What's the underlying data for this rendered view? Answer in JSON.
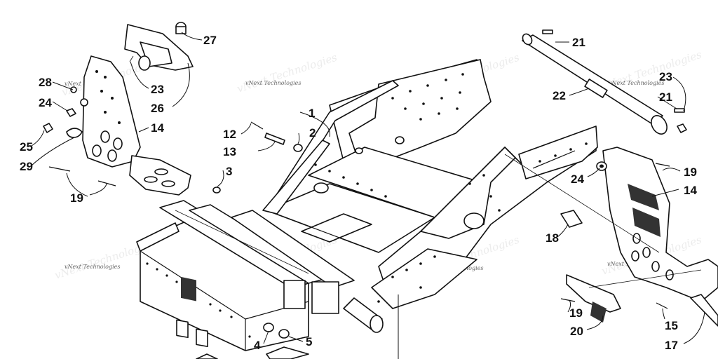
{
  "watermark": {
    "text": "vNext Technologies"
  },
  "callouts": {
    "c1": "1",
    "c2": "2",
    "c3": "3",
    "c4": "4",
    "c5": "5",
    "c12": "12",
    "c13": "13",
    "c14_left": "14",
    "c14_right": "14",
    "c15": "15",
    "c17": "17",
    "c18": "18",
    "c19_left": "19",
    "c19_right_top": "19",
    "c19_right_bottom": "19",
    "c20": "20",
    "c21_top": "21",
    "c21_mid": "21",
    "c22": "22",
    "c23_left": "23",
    "c23_right": "23",
    "c24_left": "24",
    "c24_right": "24",
    "c25": "25",
    "c26": "26",
    "c27": "27",
    "c28": "28",
    "c29": "29"
  }
}
